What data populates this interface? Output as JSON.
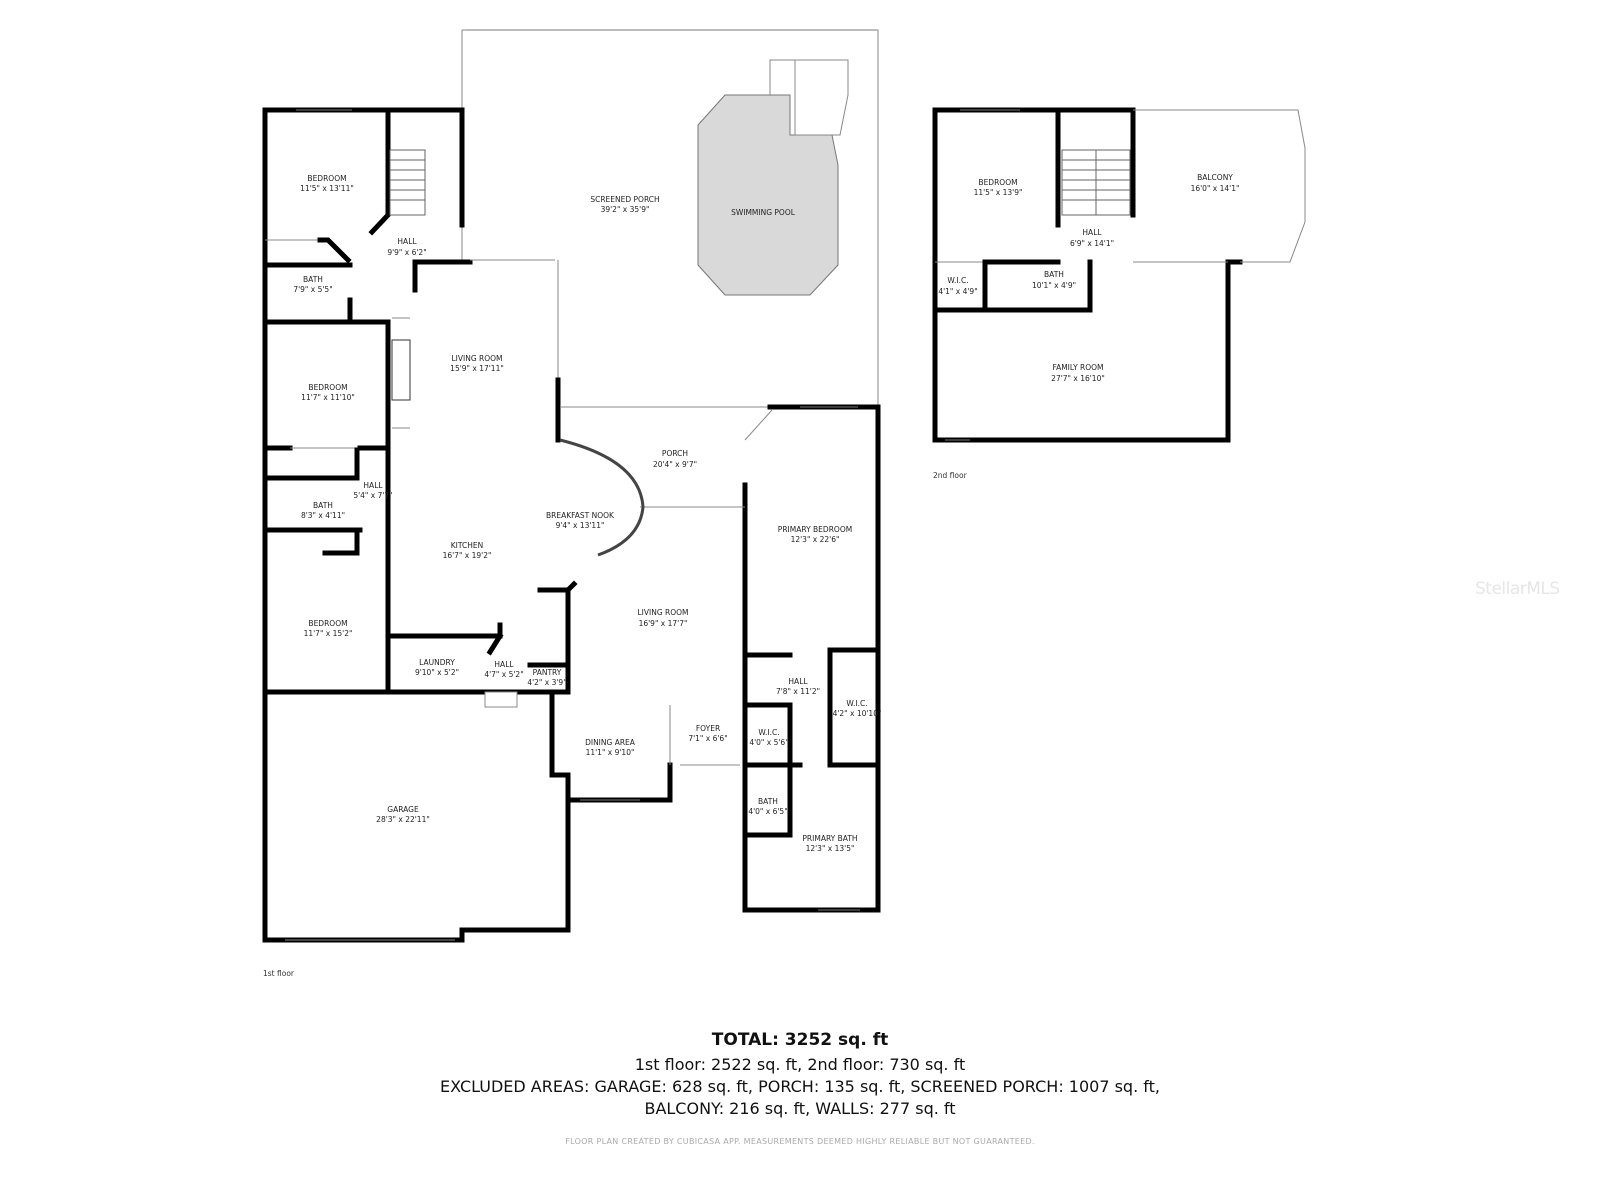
{
  "floor_1": {
    "label": "1st floor",
    "rooms": [
      {
        "name": "BEDROOM",
        "dims": "11'5\" x 13'11\""
      },
      {
        "name": "HALL",
        "dims": "9'9\" x 6'2\""
      },
      {
        "name": "BATH",
        "dims": "7'9\" x 5'5\""
      },
      {
        "name": "SCREENED PORCH",
        "dims": "39'2\" x 35'9\""
      },
      {
        "name": "SWIMMING POOL",
        "dims": ""
      },
      {
        "name": "LIVING ROOM",
        "dims": "15'9\" x 17'11\""
      },
      {
        "name": "BEDROOM",
        "dims": "11'7\" x 11'10\""
      },
      {
        "name": "PORCH",
        "dims": "20'4\" x 9'7\""
      },
      {
        "name": "HALL",
        "dims": "5'4\" x 7'7\""
      },
      {
        "name": "BATH",
        "dims": "8'3\" x 4'11\""
      },
      {
        "name": "BREAKFAST NOOK",
        "dims": "9'4\" x 13'11\""
      },
      {
        "name": "KITCHEN",
        "dims": "16'7\" x 19'2\""
      },
      {
        "name": "PRIMARY BEDROOM",
        "dims": "12'3\" x 22'6\""
      },
      {
        "name": "BEDROOM",
        "dims": "11'7\" x 15'2\""
      },
      {
        "name": "LIVING ROOM",
        "dims": "16'9\" x 17'7\""
      },
      {
        "name": "LAUNDRY",
        "dims": "9'10\" x 5'2\""
      },
      {
        "name": "HALL",
        "dims": "4'7\" x 5'2\""
      },
      {
        "name": "PANTRY",
        "dims": "4'2\" x 3'9\""
      },
      {
        "name": "HALL",
        "dims": "7'8\" x 11'2\""
      },
      {
        "name": "W.I.C.",
        "dims": "4'2\" x 10'10\""
      },
      {
        "name": "W.I.C.",
        "dims": "4'0\" x 5'6\""
      },
      {
        "name": "DINING AREA",
        "dims": "11'1\" x 9'10\""
      },
      {
        "name": "FOYER",
        "dims": "7'1\" x 6'6\""
      },
      {
        "name": "BATH",
        "dims": "4'0\" x 6'5\""
      },
      {
        "name": "GARAGE",
        "dims": "28'3\" x 22'11\""
      },
      {
        "name": "PRIMARY BATH",
        "dims": "12'3\" x 13'5\""
      }
    ]
  },
  "floor_2": {
    "label": "2nd floor",
    "rooms": [
      {
        "name": "BEDROOM",
        "dims": "11'5\" x 13'9\""
      },
      {
        "name": "BALCONY",
        "dims": "16'0\" x 14'1\""
      },
      {
        "name": "HALL",
        "dims": "6'9\" x 14'1\""
      },
      {
        "name": "W.I.C.",
        "dims": "4'1\" x 4'9\""
      },
      {
        "name": "BATH",
        "dims": "10'1\" x 4'9\""
      },
      {
        "name": "FAMILY ROOM",
        "dims": "27'7\" x 16'10\""
      }
    ]
  },
  "summary": {
    "total": "TOTAL: 3252 sq. ft",
    "floors": "1st floor: 2522 sq. ft, 2nd floor: 730 sq. ft",
    "excluded": "EXCLUDED AREAS: GARAGE: 628 sq. ft, PORCH: 135 sq. ft, SCREENED PORCH: 1007 sq. ft,",
    "excluded_cont": "BALCONY: 216 sq. ft, WALLS: 277 sq. ft",
    "credit": "FLOOR PLAN CREATED BY CUBICASA APP. MEASUREMENTS DEEMED HIGHLY RELIABLE BUT NOT GUARANTEED."
  },
  "watermark": "StellarMLS",
  "colors": {
    "walls": "#000000",
    "pool": "#d9d9d9",
    "background": "#ffffff"
  }
}
